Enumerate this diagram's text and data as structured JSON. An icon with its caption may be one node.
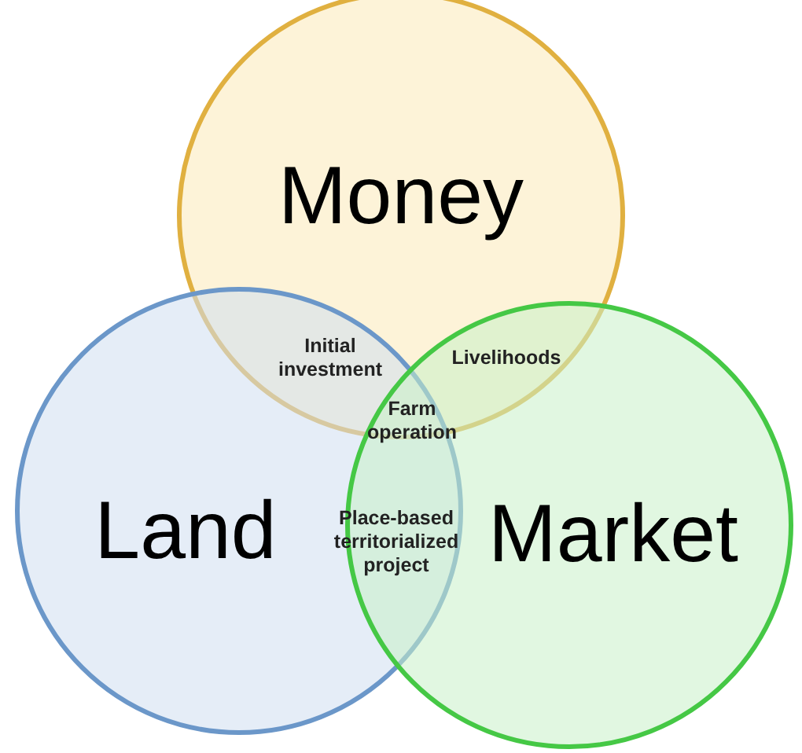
{
  "diagram": {
    "nodes": [
      {
        "text": [
          "Money"
        ]
      },
      {
        "text": [
          "Land"
        ]
      },
      {
        "text": [
          "Market"
        ]
      }
    ],
    "labels": [
      "Initial investment",
      "Livelihoods",
      "Farm operation",
      "Place-based territorialized project"
    ]
  }
}
